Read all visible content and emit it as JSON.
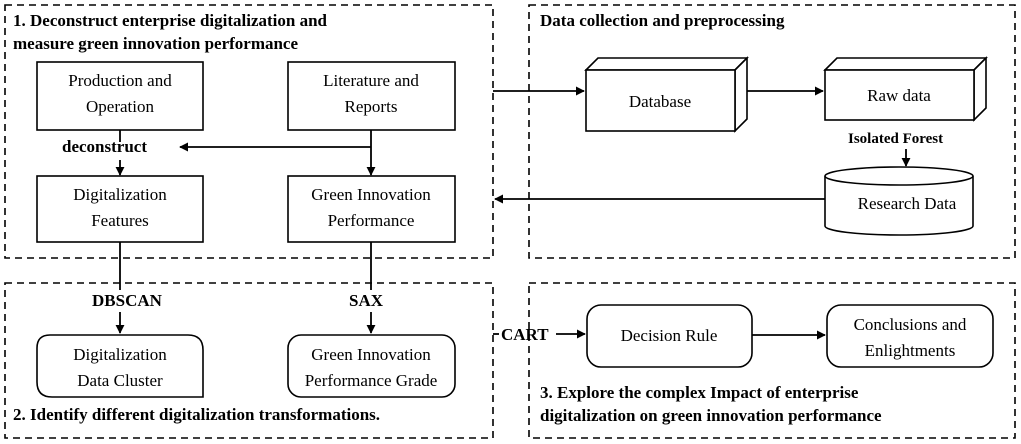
{
  "panels": {
    "p1_title_line1": "1. Deconstruct enterprise digitalization and",
    "p1_title_line2": "measure green innovation performance",
    "p_data_title": "Data collection and preprocessing",
    "p2_title": "2. Identify different digitalization transformations.",
    "p3_title_line1": "3. Explore the complex Impact of enterprise",
    "p3_title_line2": "digitalization on green innovation performance"
  },
  "boxes": {
    "production_line1": "Production and",
    "production_line2": "Operation",
    "literature_line1": "Literature and",
    "literature_line2": "Reports",
    "digitalization_line1": "Digitalization",
    "digitalization_line2": "Features",
    "green_perf_line1": "Green Innovation",
    "green_perf_line2": "Performance",
    "database": "Database",
    "raw_data": "Raw data",
    "research_data": "Research Data",
    "cluster_line1": "Digitalization",
    "cluster_line2": "Data Cluster",
    "grade_line1": "Green Innovation",
    "grade_line2": "Performance Grade",
    "decision_rule": "Decision Rule",
    "conclusions_line1": "Conclusions and",
    "conclusions_line2": "Enlightments"
  },
  "labels": {
    "deconstruct": "deconstruct",
    "isolated_forest": "Isolated Forest",
    "dbscan": "DBSCAN",
    "sax": "SAX",
    "cart": "CART"
  }
}
